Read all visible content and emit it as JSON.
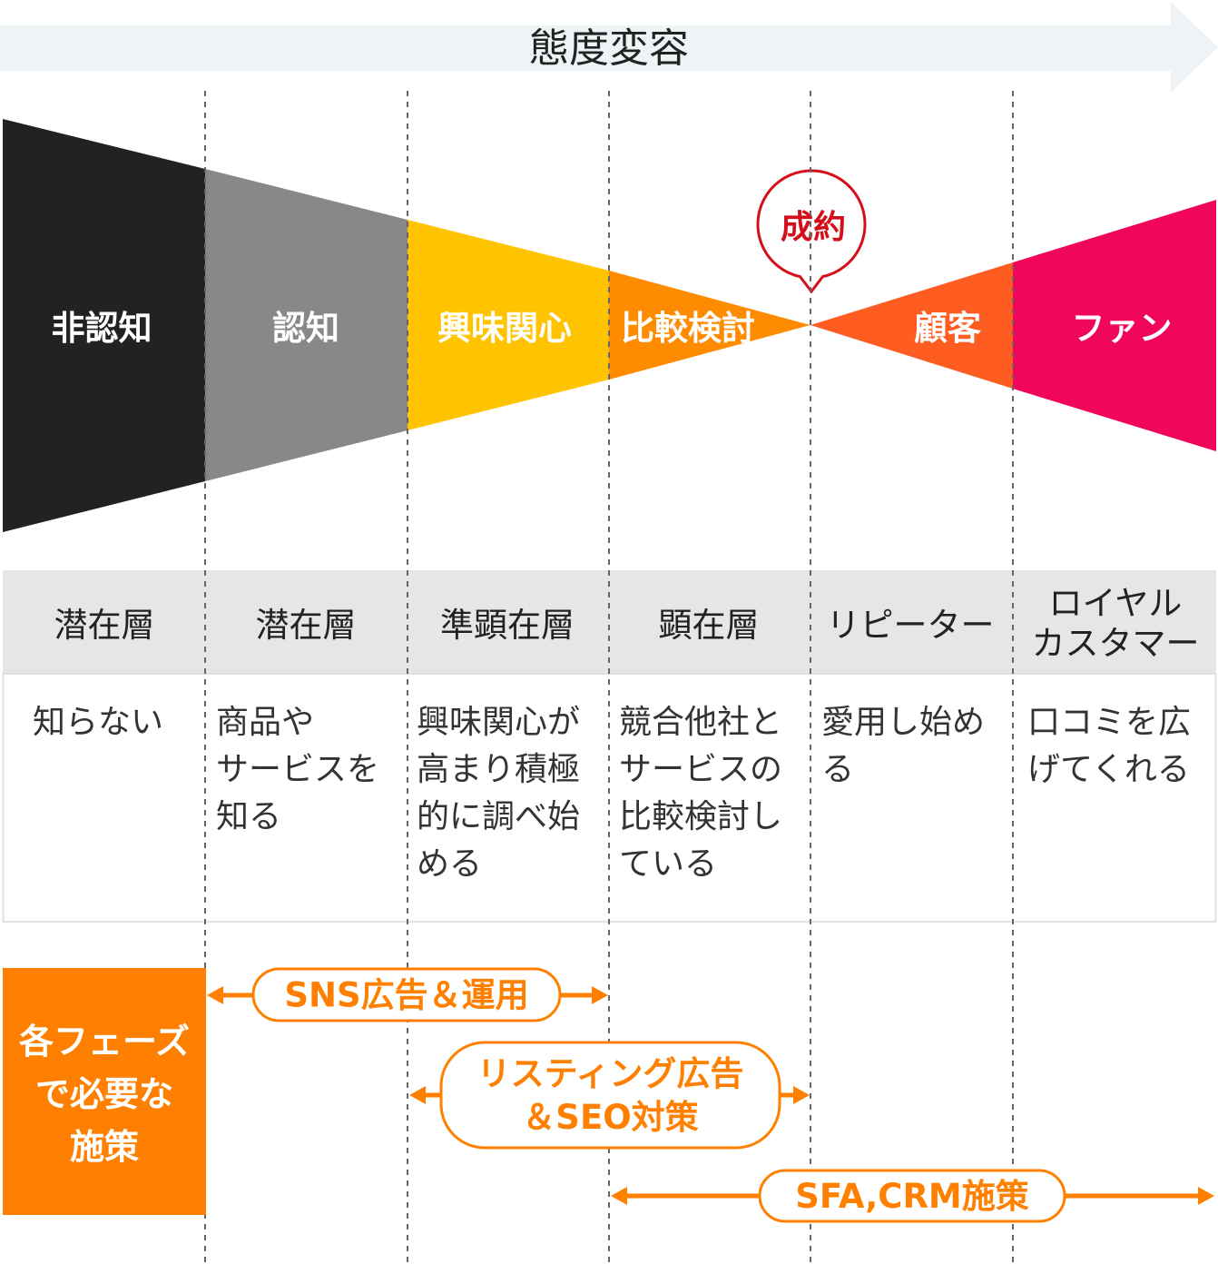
{
  "header": {
    "title": "態度変容"
  },
  "funnel": {
    "stages": [
      {
        "label": "非認知",
        "color": "#222222"
      },
      {
        "label": "認知",
        "color": "#888888"
      },
      {
        "label": "興味関心",
        "color": "#ffc300"
      },
      {
        "label": "比較検討",
        "color": "#ff8c00"
      },
      {
        "label": "顧客",
        "color": "#ff5c22"
      },
      {
        "label": "ファン",
        "color": "#f0065a"
      }
    ],
    "conversion_label": "成約",
    "conversion_color": "#d50f1a"
  },
  "layers": [
    "潜在層",
    "潜在層",
    "準顕在層",
    "顕在層",
    "リピーター",
    "ロイヤル\nカスタマー"
  ],
  "descriptions": [
    "知らない",
    "商品や\nサービスを\n知る",
    "興味関心が\n高まり積極\n的に調べ始\nめる",
    "競合他社と\nサービスの\n比較検討し\nている",
    "愛用し始め\nる",
    "口コミを広\nげてくれる"
  ],
  "measures": {
    "label": "各フェーズ\nで必要な\n施策",
    "accent_color": "#ff8000",
    "items": [
      {
        "label": "SNS広告＆運用"
      },
      {
        "label": "リスティング広告\n＆SEO対策"
      },
      {
        "label": "SFA,CRM施策"
      }
    ]
  }
}
